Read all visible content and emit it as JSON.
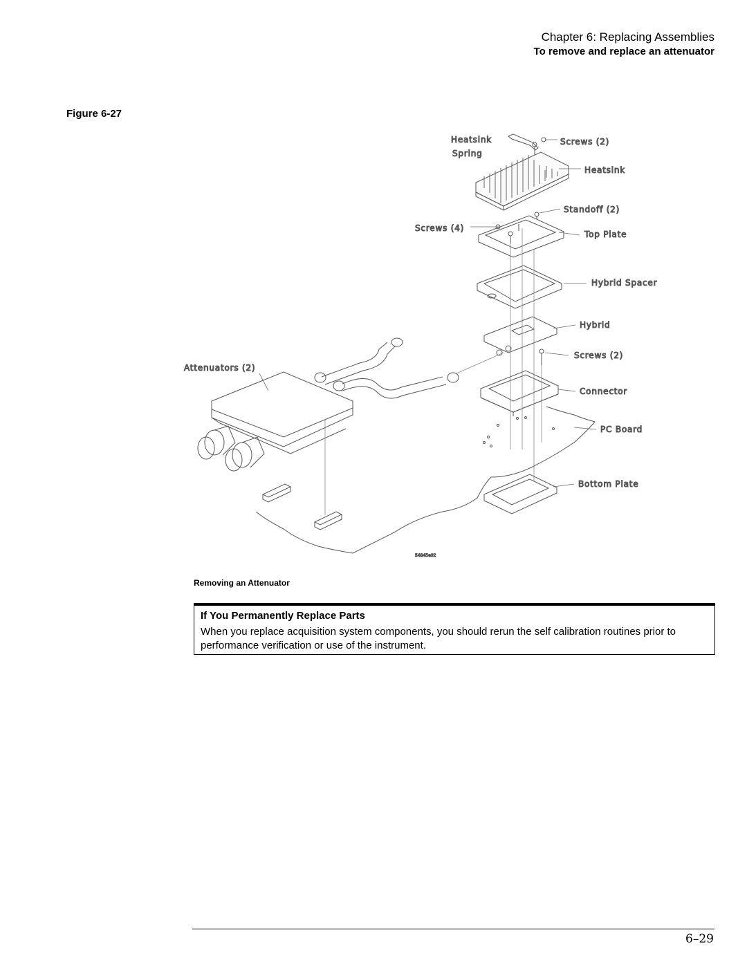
{
  "header": {
    "chapter": "Chapter 6: Replacing Assemblies",
    "section": "To remove and replace an attenuator"
  },
  "figure": {
    "label": "Figure 6-27",
    "caption": "Removing an Attenuator",
    "callouts": {
      "heatsink_spring_1": "Heatsink",
      "heatsink_spring_2": "Spring",
      "screws_top": "Screws (2)",
      "heatsink": "Heatsink",
      "standoff": "Standoff (2)",
      "screws_4": "Screws (4)",
      "top_plate": "Top Plate",
      "hybrid_spacer": "Hybrid Spacer",
      "hybrid": "Hybrid",
      "screws_mid": "Screws (2)",
      "attenuators": "Attenuators (2)",
      "connector": "Connector",
      "pc_board": "PC Board",
      "bottom_plate": "Bottom Plate",
      "drawing_id": "54845e02"
    }
  },
  "note": {
    "title": "If You Permanently Replace Parts",
    "body": "When you replace acquisition system components, you should rerun the self calibration routines prior to performance verification or use of the instrument."
  },
  "footer": {
    "page_number": "6–29"
  }
}
